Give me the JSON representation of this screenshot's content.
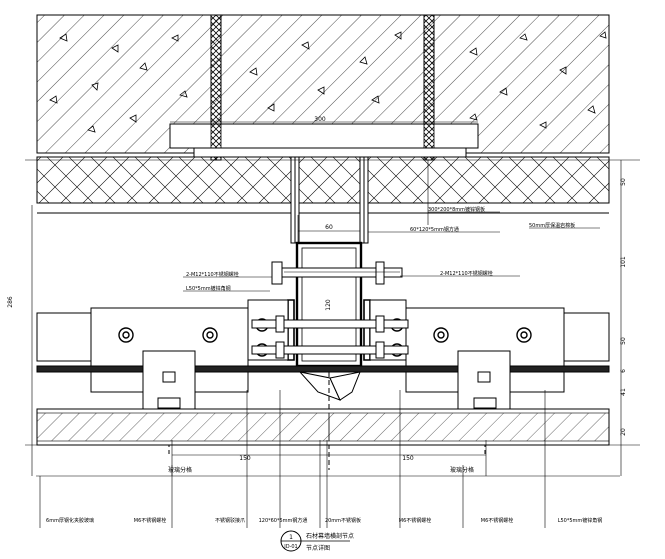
{
  "dimensions": {
    "top_width": "300",
    "slab_thickness": "50",
    "mid_height": "101",
    "panel_height": "50",
    "glass_gap": "6",
    "lower_height": "41",
    "bottom_height": "20",
    "left_total": "286",
    "tube_width": "60",
    "tube_height": "120",
    "left_span": "150",
    "right_span": "150"
  },
  "top_labels": [
    {
      "text": "300*200*8mm镀锌钢板"
    },
    {
      "text": "60*120*5mm钢方通"
    },
    {
      "text": "50mm厚保温岩棉板"
    }
  ],
  "mid_labels": [
    {
      "text": "2-M12*110不锈钢螺栓"
    },
    {
      "text": "L50*5mm镀锌角钢"
    },
    {
      "text": "2-M12*110不锈钢螺栓"
    }
  ],
  "side_labels": [
    {
      "text": "玻璃分格"
    },
    {
      "text": "玻璃分格"
    }
  ],
  "bottom_labels": [
    {
      "text": "6mm厚钢化夹胶玻璃"
    },
    {
      "text": "M6不锈钢螺栓"
    },
    {
      "text": "不锈钢驳接爪"
    },
    {
      "text": "120*60*5mm钢方通"
    },
    {
      "text": "20mm不锈钢板"
    },
    {
      "text": "M6不锈钢螺栓"
    },
    {
      "text": "M6不锈钢螺栓"
    },
    {
      "text": "L50*5mm镀锌角钢"
    }
  ],
  "title": {
    "number": "1",
    "sheet": "JD-01",
    "line1": "石材幕墙横剖节点",
    "line2": "节点详图"
  }
}
